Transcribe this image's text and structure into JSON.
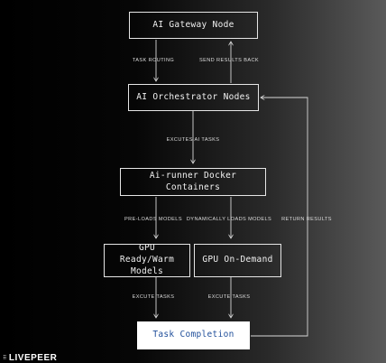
{
  "nodes": {
    "gateway": "AI Gateway Node",
    "orchestrator": "AI Orchestrator Nodes",
    "runner": "Ai-runner Docker Containers",
    "gpu_warm": "GPU Ready/Warm Models",
    "gpu_on_demand": "GPU On-Demand",
    "completion": "Task Completion"
  },
  "edges": {
    "task_routing": "TASK ROUTING",
    "send_results_back": "SEND RESULTS BACK",
    "executes_ai_tasks": "EXCUTES AI TASKS",
    "pre_loads_models": "PRE-LOADS MODELS",
    "dynamically_loads_models": "DYNAMICALLY LOADS MODELS",
    "return_results": "RETURN RESULTS",
    "execute_tasks_left": "EXCUTE TASKS",
    "execute_tasks_right": "EXCUTE TASKS"
  },
  "brand": {
    "logo_text": "LIVEPEER",
    "logo_glyph": "⠿"
  },
  "colors": {
    "background": "#000000",
    "node_border": "#e6e6e6",
    "completion_text": "#1f4e9a"
  }
}
